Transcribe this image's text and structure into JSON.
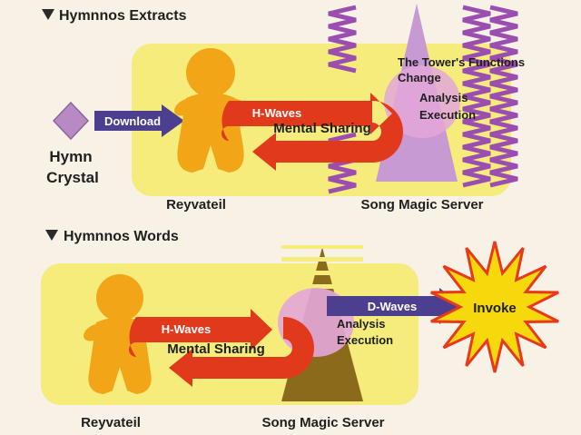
{
  "colors": {
    "background": "#f7f1e6",
    "panel": "#f5ec7c",
    "figure": "#f2a516",
    "arrow_red": "#e0391c",
    "arrow_blue": "#4c3f8f",
    "crystal": "#b88ac4",
    "tower_purple": "#c79ad4",
    "tower_gold": "#8a6b1c",
    "zigzag": "#9a4fb0",
    "burst_fill": "#f5d90c",
    "burst_outline": "#e8391c"
  },
  "icons": {
    "section_marker": "triangle-down-icon",
    "crystal": "diamond-icon",
    "reyvateil": "person-figure-icon",
    "server": "tower-icon",
    "invoke": "starburst-icon"
  },
  "extracts": {
    "title": "Hymnnos Extracts",
    "crystal_label_line1": "Hymn",
    "crystal_label_line2": "Crystal",
    "download_label": "Download",
    "h_waves_label": "H-Waves",
    "mental_sharing_label": "Mental Sharing",
    "tower_change_line1": "The Tower's Functions",
    "tower_change_line2": "Change",
    "analysis_label": "Analysis",
    "execution_label": "Execution",
    "reyvateil_label": "Reyvateil",
    "server_label": "Song Magic Server"
  },
  "words": {
    "title": "Hymnnos Words",
    "h_waves_label": "H-Waves",
    "mental_sharing_label": "Mental Sharing",
    "d_waves_label": "D-Waves",
    "analysis_label": "Analysis",
    "execution_label": "Execution",
    "invoke_label": "Invoke",
    "reyvateil_label": "Reyvateil",
    "server_label": "Song Magic Server"
  }
}
